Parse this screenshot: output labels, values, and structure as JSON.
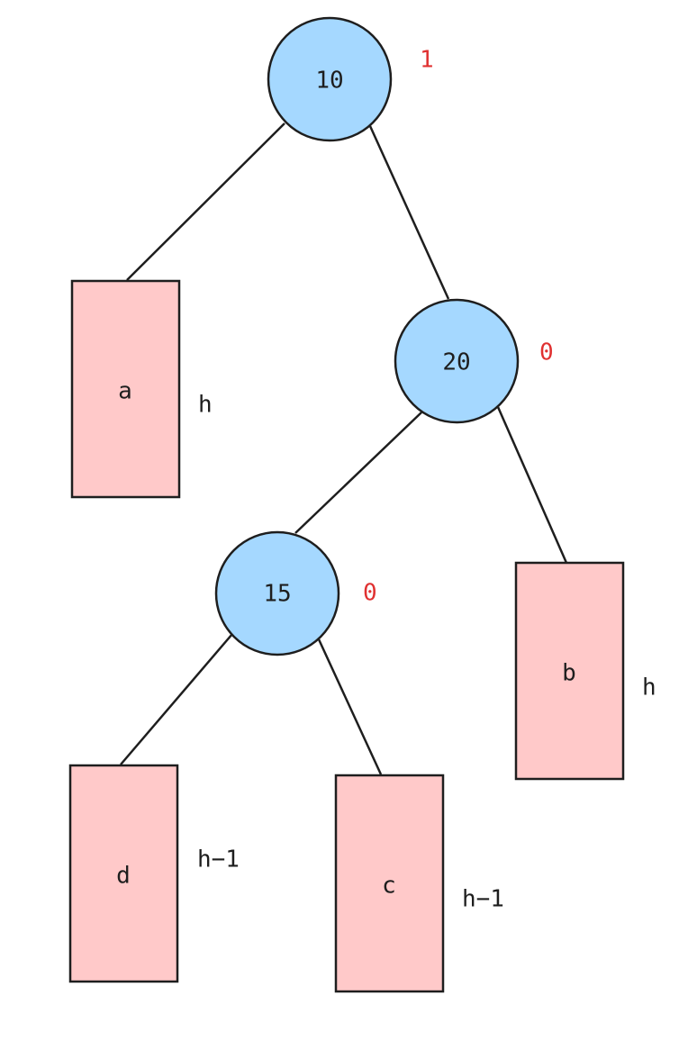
{
  "colors": {
    "node_fill": "#a5d8ff",
    "subtree_fill": "#ffc9c9",
    "stroke": "#1e1e1e",
    "balance_text": "#e03131"
  },
  "nodes": {
    "n10": {
      "value": "10",
      "balance": "1"
    },
    "n20": {
      "value": "20",
      "balance": "0"
    },
    "n15": {
      "value": "15",
      "balance": "0"
    }
  },
  "subtrees": {
    "a": {
      "name": "a",
      "height": "h"
    },
    "b": {
      "name": "b",
      "height": "h"
    },
    "c": {
      "name": "c",
      "height": "h−1"
    },
    "d": {
      "name": "d",
      "height": "h−1"
    }
  }
}
